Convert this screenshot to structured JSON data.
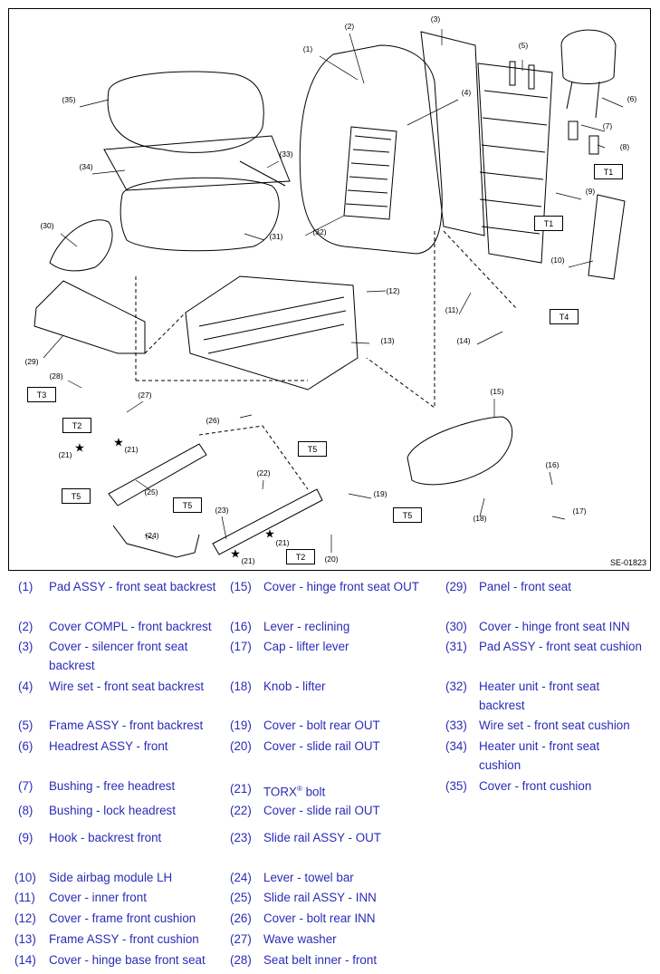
{
  "figure_code": "SE-01823",
  "callouts": [
    "(1)",
    "(2)",
    "(3)",
    "(4)",
    "(5)",
    "(6)",
    "(7)",
    "(8)",
    "(9)",
    "(10)",
    "(11)",
    "(12)",
    "(13)",
    "(14)",
    "(15)",
    "(16)",
    "(17)",
    "(18)",
    "(19)",
    "(20)",
    "(21)",
    "(21)",
    "(21)",
    "(21)",
    "(22)",
    "(23)",
    "(24)",
    "(25)",
    "(26)",
    "(27)",
    "(28)",
    "(29)",
    "(30)",
    "(31)",
    "(32)",
    "(33)",
    "(34)",
    "(35)"
  ],
  "torque_tags": [
    "T1",
    "T1",
    "T4",
    "T3",
    "T2",
    "T5",
    "T5",
    "T5",
    "T5",
    "T2"
  ],
  "star_symbol": "★",
  "legend": [
    {
      "num": "(1)",
      "text": "Pad ASSY - front seat backrest"
    },
    {
      "num": "(2)",
      "text": "Cover COMPL - front backrest"
    },
    {
      "num": "(3)",
      "text": "Cover - silencer front seat backrest"
    },
    {
      "num": "(4)",
      "text": "Wire set - front seat backrest"
    },
    {
      "num": "(5)",
      "text": "Frame ASSY - front backrest"
    },
    {
      "num": "(6)",
      "text": "Headrest ASSY - front"
    },
    {
      "num": "(7)",
      "text": "Bushing - free headrest"
    },
    {
      "num": "(8)",
      "text": "Bushing - lock headrest"
    },
    {
      "num": "(9)",
      "text": "Hook - backrest front"
    },
    {
      "num": "(10)",
      "text": "Side airbag module LH"
    },
    {
      "num": "(11)",
      "text": "Cover - inner front"
    },
    {
      "num": "(12)",
      "text": "Cover - frame front cushion"
    },
    {
      "num": "(13)",
      "text": "Frame ASSY - front cushion"
    },
    {
      "num": "(14)",
      "text": "Cover - hinge base front seat"
    },
    {
      "num": "(15)",
      "text": "Cover - hinge front seat OUT"
    },
    {
      "num": "(16)",
      "text": "Lever - reclining"
    },
    {
      "num": "(17)",
      "text": "Cap - lifter lever"
    },
    {
      "num": "(18)",
      "text": "Knob - lifter"
    },
    {
      "num": "(19)",
      "text": "Cover - bolt rear OUT"
    },
    {
      "num": "(20)",
      "text": "Cover - slide rail OUT"
    },
    {
      "num": "(21)",
      "text": "TORX",
      "suffix": " bolt",
      "sup": "®"
    },
    {
      "num": "(22)",
      "text": "Cover - slide rail OUT"
    },
    {
      "num": "(23)",
      "text": "Slide rail ASSY - OUT"
    },
    {
      "num": "(24)",
      "text": "Lever - towel bar"
    },
    {
      "num": "(25)",
      "text": "Slide rail ASSY - INN"
    },
    {
      "num": "(26)",
      "text": "Cover - bolt rear INN"
    },
    {
      "num": "(27)",
      "text": "Wave washer"
    },
    {
      "num": "(28)",
      "text": "Seat belt inner - front"
    },
    {
      "num": "(29)",
      "text": "Panel - front seat"
    },
    {
      "num": "(30)",
      "text": "Cover - hinge front seat INN"
    },
    {
      "num": "(31)",
      "text": "Pad ASSY - front seat cushion"
    },
    {
      "num": "(32)",
      "text": "Heater unit - front seat backrest"
    },
    {
      "num": "(33)",
      "text": "Wire set - front seat cushion"
    },
    {
      "num": "(34)",
      "text": "Heater unit - front seat cushion"
    },
    {
      "num": "(35)",
      "text": "Cover - front cushion"
    }
  ]
}
